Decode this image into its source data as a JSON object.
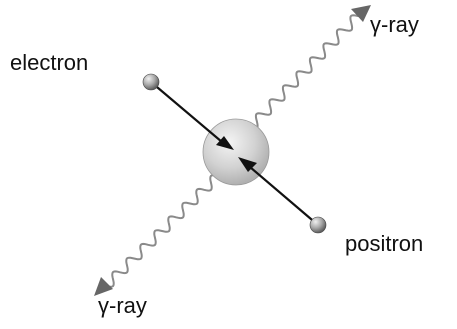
{
  "labels": {
    "electron": "electron",
    "positron": "positron",
    "gamma_top": "γ-ray",
    "gamma_bottom": "γ-ray"
  },
  "colors": {
    "particle_track": "#111111",
    "photon_wave": "#8a8a8a",
    "annihilation_center_light": "#f2f2f2",
    "annihilation_center_dark": "#b5b5b5",
    "particle_light": "#e5e5e5",
    "particle_dark": "#6a6a6a"
  },
  "icons": {
    "photon": "wavy-arrow-icon",
    "particle": "sphere-icon",
    "collision": "converging-arrows-icon"
  }
}
